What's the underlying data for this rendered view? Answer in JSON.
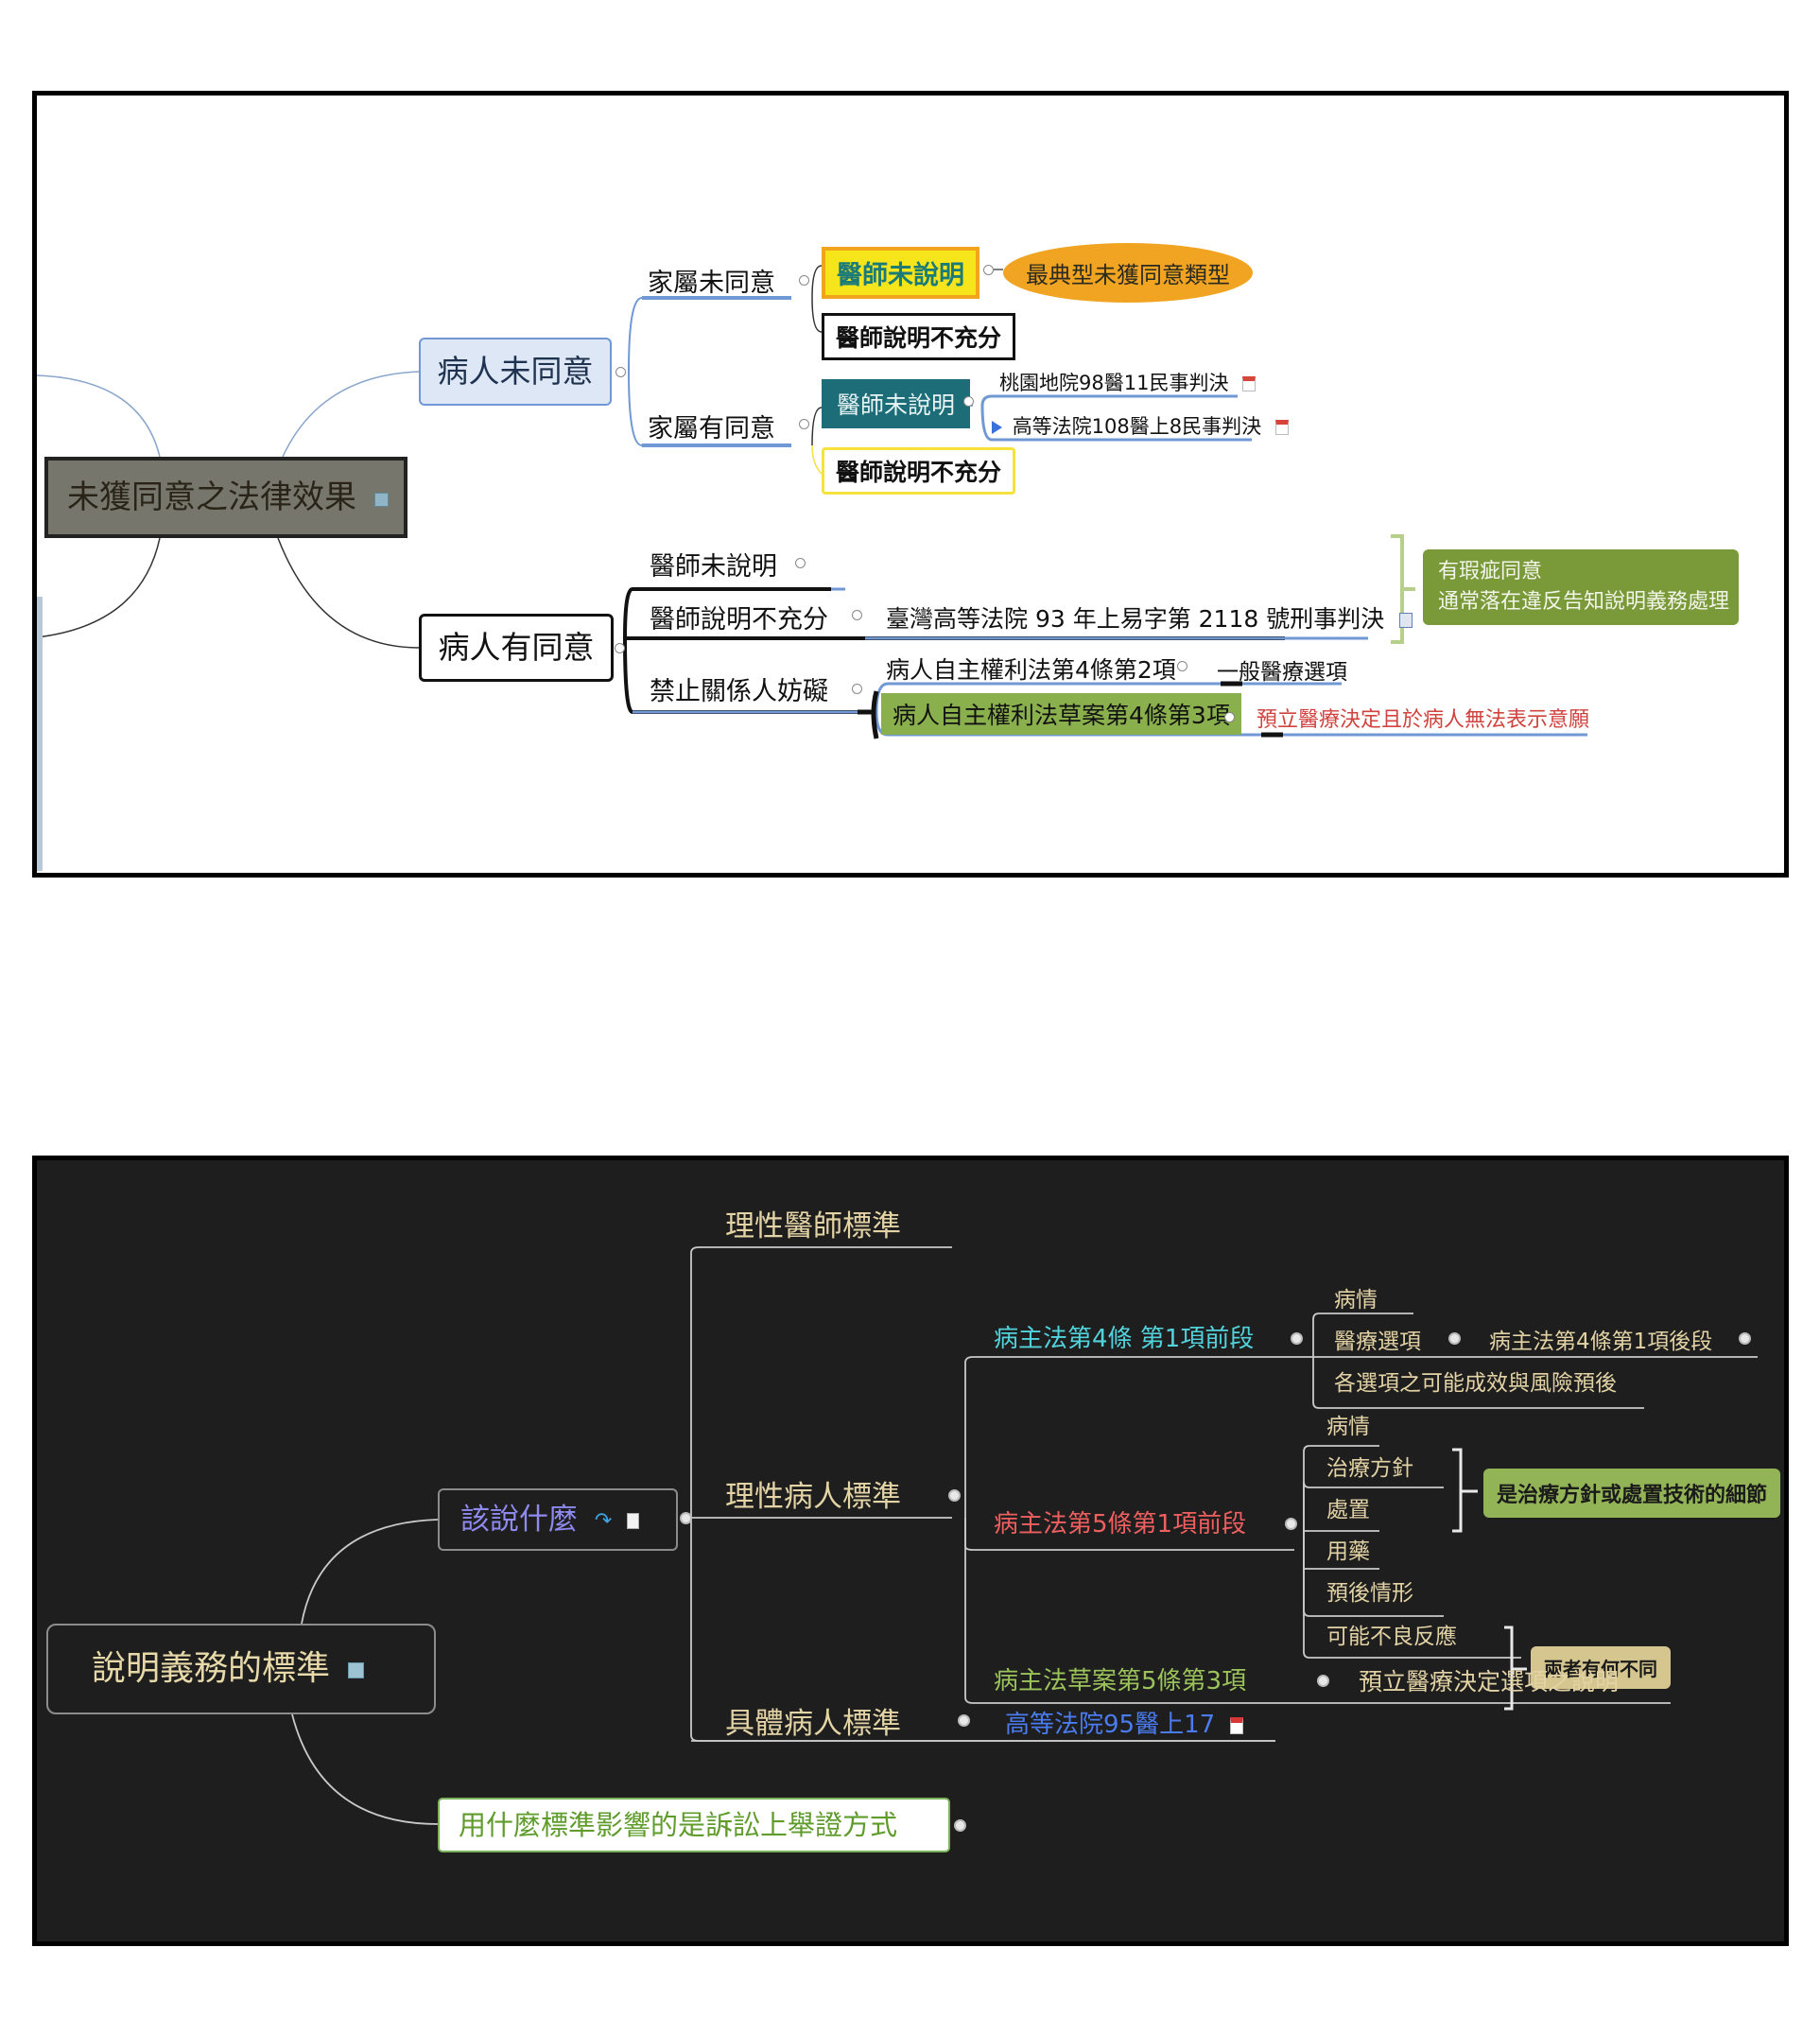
{
  "top_map": {
    "root": {
      "label": "未獲同意之法律效果",
      "icon": "note-icon"
    },
    "patient_not_consent": {
      "label": "病人未同意",
      "family_not_consent": {
        "label": "家屬未同意",
        "doctor_not_explained": {
          "label": "醫師未說明",
          "callout": "最典型未獲同意類型"
        },
        "explanation_insufficient": {
          "label": "醫師說明不充分"
        }
      },
      "family_consent": {
        "label": "家屬有同意",
        "doctor_not_explained": {
          "label": "醫師未說明",
          "cases": [
            {
              "label": "桃園地院98醫11民事判決",
              "icon": "pdf-icon"
            },
            {
              "label": "高等法院108醫上8民事判決",
              "icon": "pdf-icon",
              "marker": "flag-icon"
            }
          ]
        },
        "explanation_insufficient": {
          "label": "醫師說明不充分"
        }
      }
    },
    "patient_consent": {
      "label": "病人有同意",
      "items": [
        {
          "label": "醫師未說明"
        },
        {
          "label": "醫師說明不充分",
          "case": "臺灣高等法院 93 年上易字第 2118 號刑事判決",
          "case_icon": "word-doc-icon"
        },
        {
          "label": "禁止關係人妨礙",
          "laws": [
            {
              "label": "病人自主權利法第4條第2項",
              "note": "一般醫療選項"
            },
            {
              "label": "病人自主權利法草案第4條第3項",
              "note": "預立醫療決定且於病人無法表示意願"
            }
          ]
        }
      ],
      "summary": {
        "line1": "有瑕疵同意",
        "line2": "通常落在違反告知說明義務處理"
      }
    }
  },
  "bottom_map": {
    "root": {
      "label": "說明義務的標準",
      "icon": "note-icon"
    },
    "what_to_say": {
      "label": "該說什麼",
      "icons": [
        "redo-arrow-icon",
        "document-icon"
      ],
      "standards": [
        {
          "label": "理性醫師標準"
        },
        {
          "label": "理性病人標準",
          "laws": [
            {
              "label": "病主法第4條 第1項前段",
              "items": [
                "病情",
                "醫療選項",
                "各選項之可能成效與風險預後"
              ],
              "sub_note": "病主法第4條第1項後段"
            },
            {
              "label": "病主法第5條第1項前段",
              "items": [
                "病情",
                "治療方針",
                "處置",
                "用藥",
                "預後情形",
                "可能不良反應"
              ],
              "callouts": [
                "是治療方針或處置技術的細節",
                "兩者有何不同"
              ]
            },
            {
              "label": "病主法草案第5條第3項",
              "note": "預立醫療決定選項之說明"
            }
          ]
        },
        {
          "label": "具體病人標準",
          "case": "高等法院95醫上17",
          "case_icon": "pdf-icon"
        }
      ]
    },
    "how": {
      "label": "用什麼標準影響的是訴訟上舉證方式"
    }
  }
}
